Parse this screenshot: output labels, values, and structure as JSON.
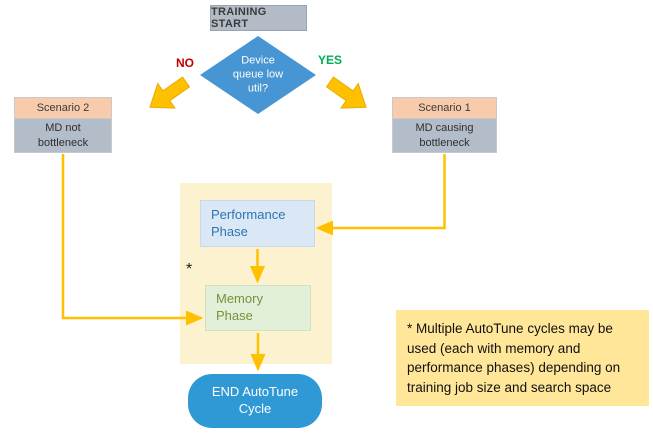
{
  "flowchart": {
    "start": {
      "label": "TRAINING START"
    },
    "decision": {
      "label": "Device queue low util?",
      "no_branch": "NO",
      "yes_branch": "YES"
    },
    "scenario2": {
      "title": "Scenario 2",
      "body": "MD not bottleneck"
    },
    "scenario1": {
      "title": "Scenario 1",
      "body": "MD causing bottleneck"
    },
    "performance_phase": {
      "label": "Performance Phase"
    },
    "memory_phase": {
      "label": "Memory Phase"
    },
    "asterisk": "*",
    "end": {
      "label": "END AutoTune Cycle"
    },
    "note": "* Multiple AutoTune cycles may be used (each with memory and performance phases) depending on training job size and search space"
  },
  "colors": {
    "arrow": "#FFC000",
    "diamond_fill": "#4795d2",
    "start_bg": "#b3bcc6",
    "scenario_header_bg": "#f8cbad",
    "scenario_body_bg": "#b3bcc9",
    "phase_container_bg": "#fdf2cf",
    "performance_bg": "#dae7f5",
    "performance_text": "#2e74b5",
    "memory_bg": "#e2efd9",
    "memory_text": "#76923c",
    "end_bg": "#2f99d6",
    "note_bg": "#ffe699",
    "no_label": "#c00000",
    "yes_label": "#00b050"
  }
}
